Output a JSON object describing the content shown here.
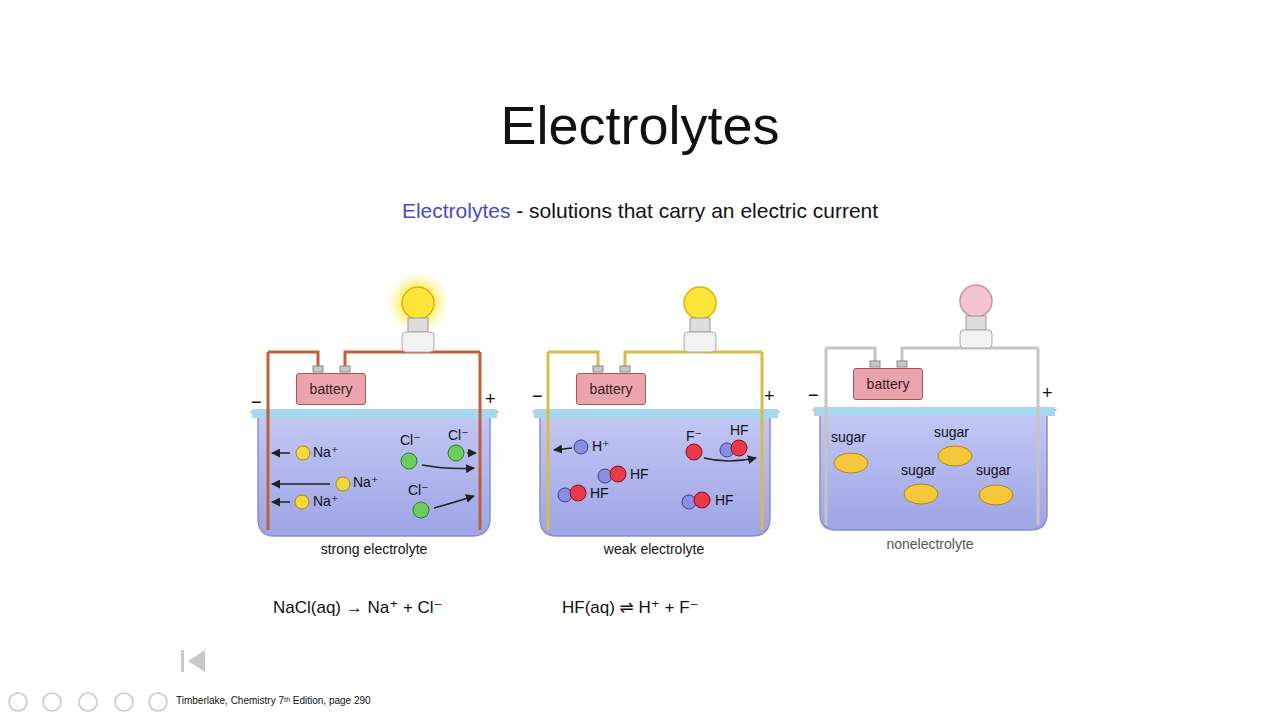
{
  "diagram": {
    "title": "Electrolytes",
    "nodes": [
      {
        "text": [
          "battery"
        ]
      },
      {
        "text": [
          "battery"
        ]
      },
      {
        "text": [
          "battery"
        ]
      }
    ],
    "labels": [
      "Electrolytes",
      "- solutions that carry an electric current",
      "−",
      "+",
      "−",
      "+",
      "−",
      "+",
      "Na⁺",
      "Na⁺",
      "Na⁺",
      "Cl⁻",
      "Cl⁻",
      "Cl⁻",
      "H⁺",
      "F⁻",
      "HF",
      "HF",
      "HF",
      "HF",
      "sugar",
      "sugar",
      "sugar",
      "sugar",
      "strong electrolyte",
      "weak electrolyte",
      "nonelectrolyte",
      "NaCl(aq) → Na⁺ + Cl⁻",
      "HF(aq) ⇌ H⁺ + F⁻",
      "Timberlake, Chemistry 7ᵗʰ Edition, page 290"
    ]
  }
}
